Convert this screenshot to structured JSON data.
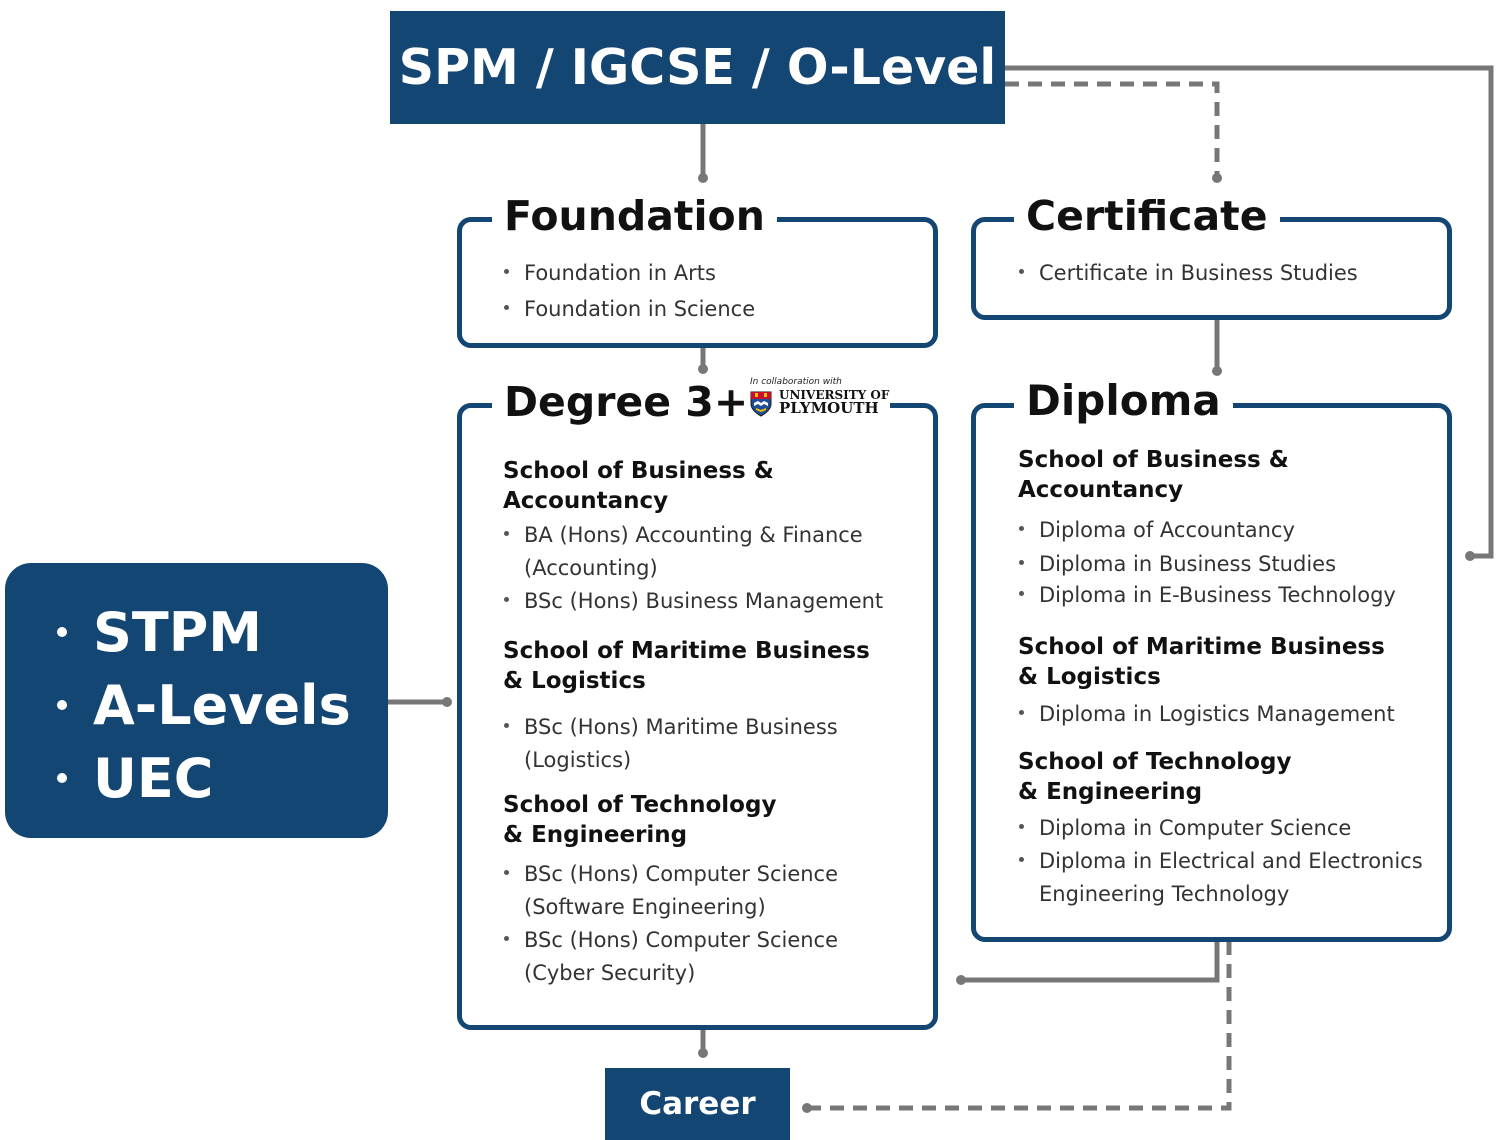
{
  "header": {
    "title": "SPM / IGCSE / O-Level"
  },
  "left_box": {
    "items": [
      "STPM",
      "A-Levels",
      "UEC"
    ]
  },
  "foundation": {
    "title": "Foundation",
    "items": [
      "Foundation in Arts",
      "Foundation in Science"
    ]
  },
  "certificate": {
    "title": "Certificate",
    "items": [
      "Certificate in Business Studies"
    ]
  },
  "degree": {
    "title": "Degree 3+0",
    "collaboration": {
      "label": "In collaboration with",
      "university_line1": "UNIVERSITY OF",
      "university_line2": "PLYMOUTH",
      "logo_icon": "university-crest-icon"
    },
    "schools": [
      {
        "name_line1": "School of Business  &",
        "name_line2": "Accountancy",
        "programmes": [
          {
            "line1": "BA (Hons) Accounting & Finance",
            "line2": "(Accounting)"
          },
          {
            "line1": "BSc (Hons) Business Management",
            "line2": ""
          }
        ]
      },
      {
        "name_line1": "School of Maritime Business",
        "name_line2": "& Logistics",
        "programmes": [
          {
            "line1": "BSc (Hons) Maritime Business",
            "line2": "(Logistics)"
          }
        ]
      },
      {
        "name_line1": "School of Technology",
        "name_line2": "& Engineering",
        "programmes": [
          {
            "line1": "BSc (Hons) Computer Science",
            "line2": "(Software Engineering)"
          },
          {
            "line1": "BSc (Hons) Computer Science",
            "line2": "(Cyber Security)"
          }
        ]
      }
    ]
  },
  "diploma": {
    "title": "Diploma",
    "schools": [
      {
        "name_line1": "School of Business  &",
        "name_line2": "Accountancy",
        "programmes": [
          {
            "line1": "Diploma of Accountancy",
            "line2": ""
          },
          {
            "line1": "Diploma in Business Studies",
            "line2": ""
          },
          {
            "line1": "Diploma in E-Business Technology",
            "line2": ""
          }
        ]
      },
      {
        "name_line1": "School of Maritime Business",
        "name_line2": "& Logistics",
        "programmes": [
          {
            "line1": "Diploma in Logistics Management",
            "line2": ""
          }
        ]
      },
      {
        "name_line1": "School of Technology",
        "name_line2": "& Engineering",
        "programmes": [
          {
            "line1": "Diploma in Computer Science",
            "line2": ""
          },
          {
            "line1": "Diploma in Electrical and Electronics",
            "line2": "Engineering Technology"
          }
        ]
      }
    ]
  },
  "career": {
    "label": "Career"
  },
  "colors": {
    "primary": "#134673",
    "connector": "#777777",
    "text": "#333333"
  }
}
